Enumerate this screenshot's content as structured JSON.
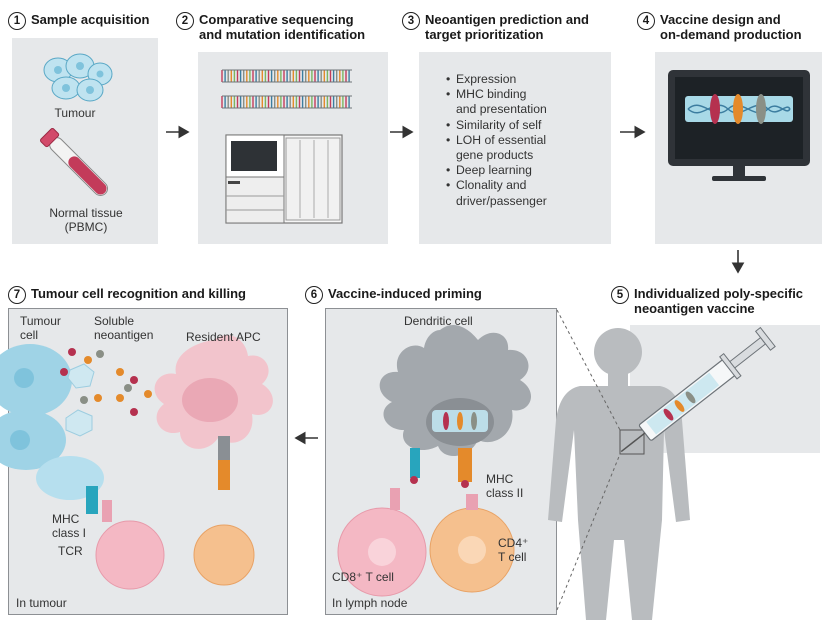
{
  "steps": [
    {
      "num": "1",
      "title_lines": [
        "Sample acquisition"
      ]
    },
    {
      "num": "2",
      "title_lines": [
        "Comparative sequencing",
        "and mutation identification"
      ]
    },
    {
      "num": "3",
      "title_lines": [
        "Neoantigen prediction and",
        "target prioritization"
      ]
    },
    {
      "num": "4",
      "title_lines": [
        "Vaccine design and",
        "on-demand production"
      ]
    },
    {
      "num": "5",
      "title_lines": [
        "Individualized poly-specific",
        "neoantigen vaccine"
      ]
    },
    {
      "num": "6",
      "title_lines": [
        "Vaccine-induced priming"
      ]
    },
    {
      "num": "7",
      "title_lines": [
        "Tumour cell recognition and killing"
      ]
    }
  ],
  "panel1": {
    "tumour_label": "Tumour",
    "normal_label_lines": [
      "Normal tissue",
      "(PBMC)"
    ]
  },
  "panel3": {
    "criteria": [
      [
        "Expression"
      ],
      [
        "MHC binding",
        "and presentation"
      ],
      [
        "Similarity of self"
      ],
      [
        "LOH of essential",
        "gene products"
      ],
      [
        "Deep learning"
      ],
      [
        "Clonality and",
        "driver/passenger"
      ]
    ]
  },
  "panel6": {
    "dendritic_label": "Dendritic cell",
    "mhc2_lines": [
      "MHC",
      "class II"
    ],
    "cd8_label": "CD8⁺ T cell",
    "cd4_lines": [
      "CD4⁺",
      "T cell"
    ],
    "location": "In lymph node"
  },
  "panel7": {
    "tumour_cell_lines": [
      "Tumour",
      "cell"
    ],
    "soluble_lines": [
      "Soluble",
      "neoantigen"
    ],
    "apc_label": "Resident APC",
    "mhc1_lines": [
      "MHC",
      "class I"
    ],
    "tcr_label": "TCR",
    "location": "In tumour"
  },
  "colors": {
    "panel_bg": "#e6e8ea",
    "tumour_blue": "#9fd3e6",
    "tcell_pink": "#f4b8c4",
    "cd4_orange": "#f5c08e",
    "apc_pink": "#f2c4cc",
    "dc_grey": "#a3a8ad",
    "tube_red": "#c33b5a",
    "tcr_teal": "#28a5bd",
    "mhc_orange": "#e48a2b",
    "silhouette": "#b9bcbf"
  }
}
